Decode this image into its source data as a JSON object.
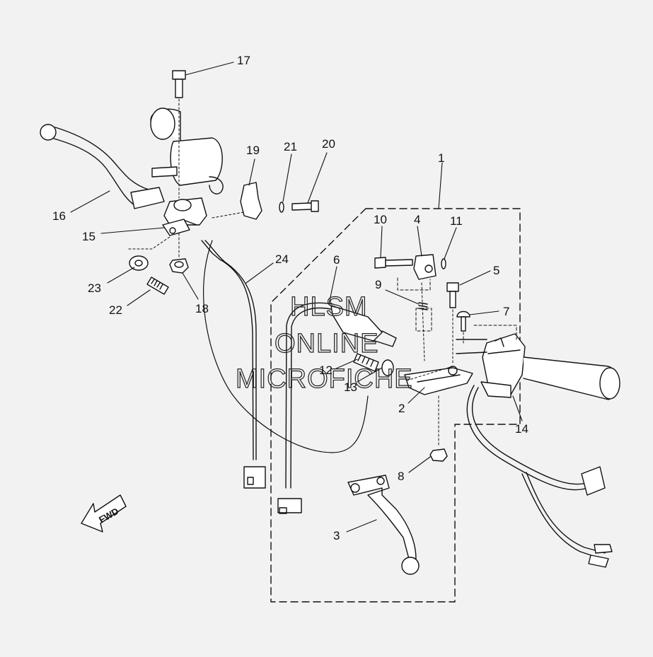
{
  "diagram": {
    "title": "",
    "direction_label": "FWD",
    "watermark_lines": [
      "HLSM",
      "ONLINE",
      "MICROFICHE"
    ],
    "callouts": [
      {
        "id": "1",
        "label": "1"
      },
      {
        "id": "2",
        "label": "2"
      },
      {
        "id": "3",
        "label": "3"
      },
      {
        "id": "4",
        "label": "4"
      },
      {
        "id": "5",
        "label": "5"
      },
      {
        "id": "6",
        "label": "6"
      },
      {
        "id": "7",
        "label": "7"
      },
      {
        "id": "8",
        "label": "8"
      },
      {
        "id": "9",
        "label": "9"
      },
      {
        "id": "10",
        "label": "10"
      },
      {
        "id": "11",
        "label": "11"
      },
      {
        "id": "12",
        "label": "12"
      },
      {
        "id": "13",
        "label": "13"
      },
      {
        "id": "14",
        "label": "14"
      },
      {
        "id": "15",
        "label": "15"
      },
      {
        "id": "16",
        "label": "16"
      },
      {
        "id": "17",
        "label": "17"
      },
      {
        "id": "18",
        "label": "18"
      },
      {
        "id": "19",
        "label": "19"
      },
      {
        "id": "20",
        "label": "20"
      },
      {
        "id": "21",
        "label": "21"
      },
      {
        "id": "22",
        "label": "22"
      },
      {
        "id": "23",
        "label": "23"
      },
      {
        "id": "24",
        "label": "24"
      }
    ]
  }
}
